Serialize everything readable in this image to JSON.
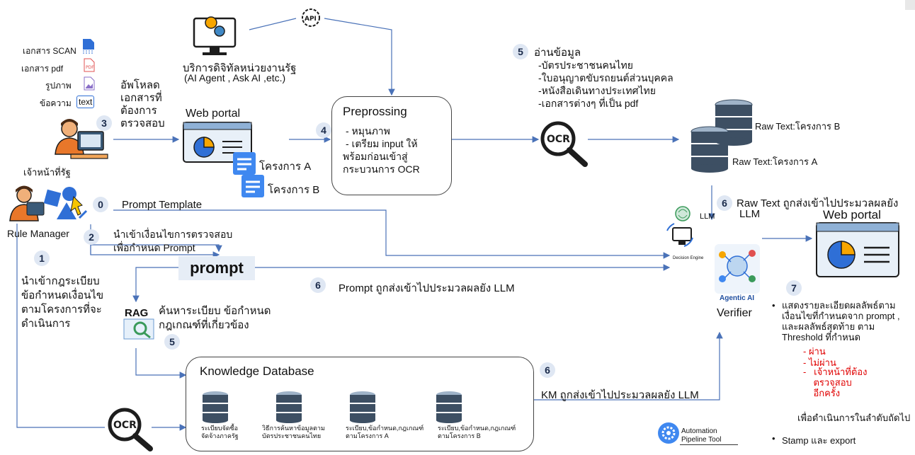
{
  "docs": {
    "scan": "เอกสาร SCAN",
    "pdf": "เอกสาร pdf",
    "image": "รูปภาพ",
    "text": "ข้อความ",
    "text_badge": "text"
  },
  "upload": "อัพโหลด\nเอกสารที่\nต้องการ\nตรวจสอบ",
  "official": "เจ้าหน้าที่รัฐ",
  "rule_manager": "Rule Manager",
  "gov_service": {
    "title": "บริการดิจิทัลหน่วยงานรัฐ",
    "sub": "(AI Agent , Ask AI ,etc.)"
  },
  "api_label": "API",
  "web_portal_top": "Web portal",
  "project_a": "โครงการ A",
  "project_b": "โครงการ B",
  "preprocess": {
    "title": "Preprossing",
    "l1": "- หมุนภาพ",
    "l2": "- เตรียม input ให้",
    "l3": "พร้อมก่อนเข้าสู่",
    "l4": "กระบวนการ OCR"
  },
  "ocr_label": "OCR",
  "read_data": {
    "title": "อ่านข้อมูล",
    "l1": "-บัตรประชาชนคนไทย",
    "l2": "-ใบอนุญาตขับรถยนต์ส่วนบุคคล",
    "l3": "-หนังสือเดินทางประเทศไทย",
    "l4": "-เอกสารต่างๆ ที่เป็น pdf"
  },
  "raw_b": "Raw Text:โครงการ B",
  "raw_a": "Raw Text:โครงการ A",
  "raw_to_llm": "Raw Text ถูกส่งเข้าไปประมวลผลยัง",
  "llm": "LLM",
  "web_portal_right": "Web portal",
  "prompt_template": "Prompt Template",
  "rule_input": "นำเข้าเงื่อนไขการตรวจสอบ\nเพื่อกำหนด Prompt",
  "prompt": "prompt",
  "prompt_to_llm": "Prompt ถูกส่งเข้าไปประมวลผลยัง LLM",
  "import_rules": "นำเข้ากฎระเบียบ\nข้อกำหนดเงื่อนไข\nตามโครงการที่จะ\nดำเนินการ",
  "rag": "RAG",
  "rag_search": "ค้นหาระเบียบ ข้อกำหนด\nกฎเกณฑ์ที่เกี่ยวข้อง",
  "kdb": {
    "title": "Knowledge Database",
    "d1": "ระเบียบจัดซื้อ\nจัดจ้างภาครัฐ",
    "d2": "วิธีการค้นหาข้อมูลตาม\nบัตรประชาชนคนไทย",
    "d3": "ระเบียบ,ข้อกำหนด,กฎเกณฑ์\nตามโครงการ A",
    "d4": "ระเบียบ,ข้อกำหนด,กฎเกณฑ์\nตามโครงการ B"
  },
  "km_to_llm": "KM ถูกส่งเข้าไปประมวลผลยัง LLM",
  "decision_engine": "Decision Engine",
  "agentic_ai": "Agentic AI",
  "verifier": "Verifier",
  "result": {
    "main": "แสดงรายละเอียดผลลัพธ์ตาม\nเงื่อนไขที่กำหนดจาก prompt ,\nและผลลัพธ์สุดท้าย ตาม\nThreshold ที่กำหนด",
    "pass": "-   ผ่าน",
    "fail": "-   ไม่ผ่าน",
    "review": "-   เจ้าหน้าที่ต้อง\n    ตรวจสอบ\n    อีกครั้ง",
    "next": "เพื่อดำเนินการในลำดับถัดไป",
    "stamp": "Stamp และ export"
  },
  "automation": "Automation\nPipeline Tool",
  "numbers": {
    "n0": "0",
    "n1": "1",
    "n2": "2",
    "n3": "3",
    "n4": "4",
    "n5a": "5",
    "n5b": "5",
    "n6a": "6",
    "n6b": "6",
    "n6c": "6",
    "n7": "7"
  },
  "colors": {
    "line": "#4a72b8",
    "db_dark": "#3d4f63",
    "db_light": "#9fb3c8",
    "red": "#e00000",
    "badge": "#dfe7f3"
  }
}
